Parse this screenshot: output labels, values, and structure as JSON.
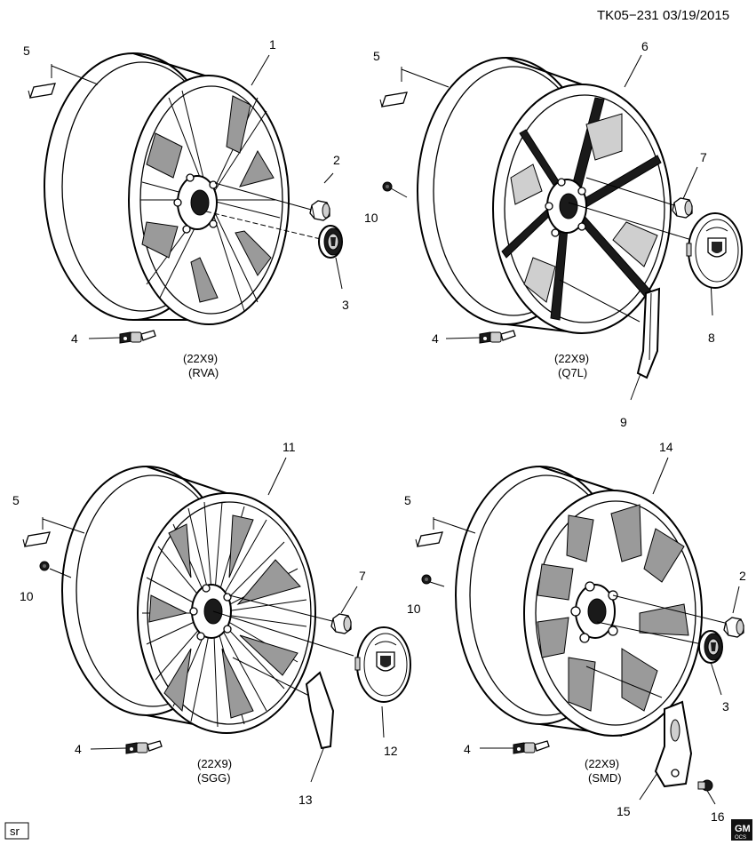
{
  "header": {
    "doc_id": "TK05−231",
    "date": "03/19/2015"
  },
  "quadrants": [
    {
      "size": "(22X9)",
      "rpo": "(RVA)"
    },
    {
      "size": "(22X9)",
      "rpo": "(Q7L)"
    },
    {
      "size": "(22X9)",
      "rpo": "(SGG)"
    },
    {
      "size": "(22X9)",
      "rpo": "(SMD)"
    }
  ],
  "callouts": {
    "q1": {
      "wheel": "1",
      "nut": "2",
      "cap": "3",
      "sensor": "4",
      "weight": "5"
    },
    "q2": {
      "weight": "5",
      "wheel": "6",
      "nut": "7",
      "cap": "8",
      "insert": "9",
      "valve": "10",
      "sensor": "4"
    },
    "q3": {
      "wheel": "11",
      "weight": "5",
      "valve": "10",
      "nut": "7",
      "cap": "12",
      "insert": "13",
      "sensor": "4"
    },
    "q4": {
      "wheel": "14",
      "weight": "5",
      "valve": "10",
      "nut": "2",
      "cap": "3",
      "sensor": "4",
      "bracket": "15",
      "bolt": "16"
    }
  },
  "footer": {
    "left_tag": "sr",
    "logo_top": "GM",
    "logo_bottom": "OCS"
  },
  "icons": [
    "wheel-icon",
    "lug-nut-icon",
    "center-cap-icon",
    "tpms-sensor-icon",
    "balance-weight-icon",
    "valve-stem-icon"
  ]
}
